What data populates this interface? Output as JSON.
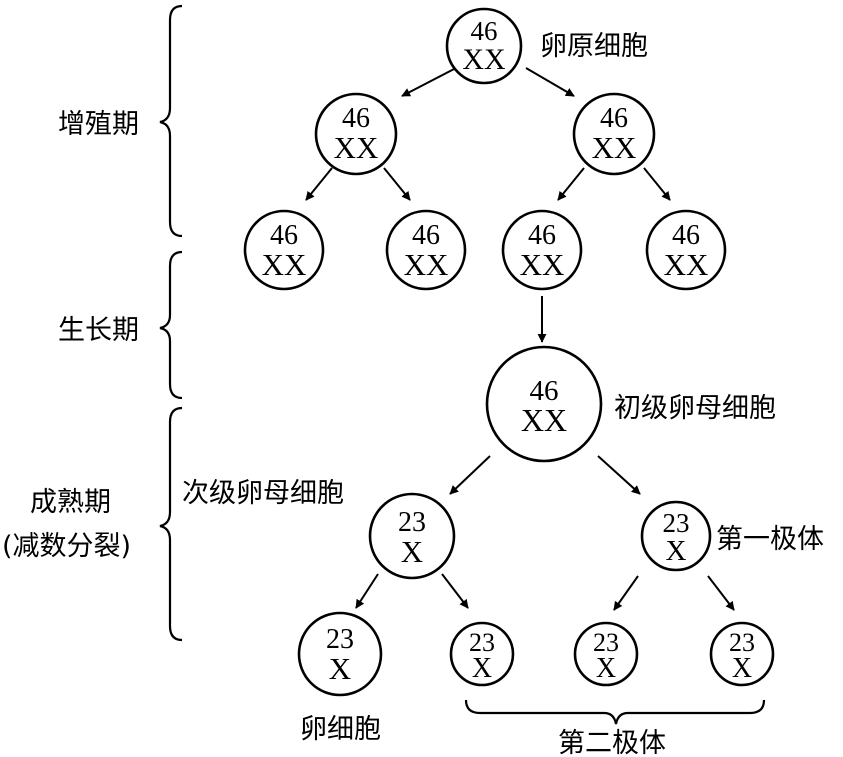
{
  "phases": {
    "proliferation": "增殖期",
    "growth": "生长期",
    "maturation_line1": "成熟期",
    "maturation_line2": "(减数分裂)"
  },
  "labels": {
    "oogonium": "卵原细胞",
    "primary_oocyte": "初级卵母细胞",
    "secondary_oocyte": "次级卵母细胞",
    "first_polar_body": "第一极体",
    "ovum": "卵细胞",
    "second_polar_body": "第二极体"
  },
  "cells": {
    "oogonium": {
      "count": "46",
      "chrom": "XX"
    },
    "mid_left": {
      "count": "46",
      "chrom": "XX"
    },
    "mid_right": {
      "count": "46",
      "chrom": "XX"
    },
    "row3_1": {
      "count": "46",
      "chrom": "XX"
    },
    "row3_2": {
      "count": "46",
      "chrom": "XX"
    },
    "row3_3": {
      "count": "46",
      "chrom": "XX"
    },
    "row3_4": {
      "count": "46",
      "chrom": "XX"
    },
    "primary": {
      "count": "46",
      "chrom": "XX"
    },
    "secondary": {
      "count": "23",
      "chrom": "X"
    },
    "polar1": {
      "count": "23",
      "chrom": "X"
    },
    "ovum": {
      "count": "23",
      "chrom": "X"
    },
    "polar2_a": {
      "count": "23",
      "chrom": "X"
    },
    "polar2_b": {
      "count": "23",
      "chrom": "X"
    },
    "polar2_c": {
      "count": "23",
      "chrom": "X"
    }
  }
}
